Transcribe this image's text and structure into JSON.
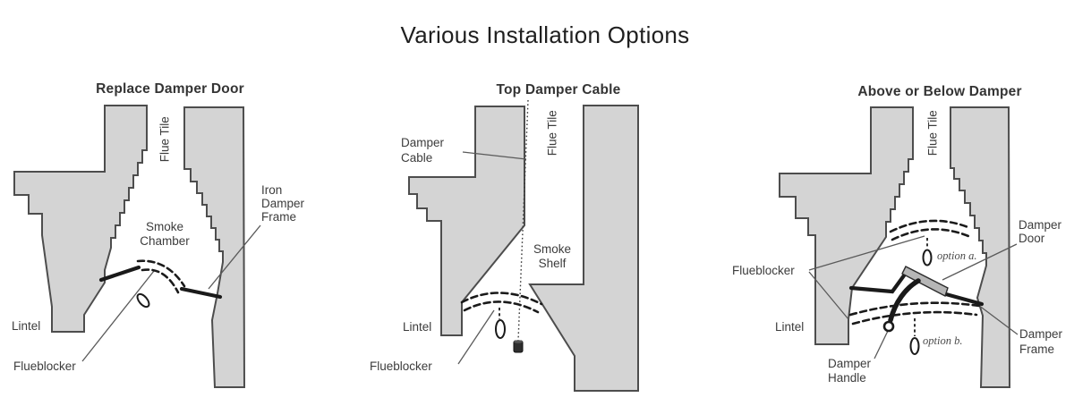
{
  "title": "Various Installation Options",
  "colors": {
    "masonry": "#d4d4d4",
    "outline": "#4d4d4d",
    "ink": "#1a1a1a",
    "label": "#3c3c3c",
    "leader": "#5a5a5a",
    "door": "#b6b6b6",
    "title": "#1f1f1f",
    "subtitle": "#343434"
  },
  "diagrams": {
    "d1": {
      "title": "Replace Damper Door",
      "labels": {
        "flue_tile": "Flue Tile",
        "smoke_chamber": "Smoke\nChamber",
        "iron_damper_frame": "Iron\nDamper\nFrame",
        "lintel": "Lintel",
        "flueblocker": "Flueblocker"
      }
    },
    "d2": {
      "title": "Top Damper Cable",
      "labels": {
        "damper_cable": "Damper\nCable",
        "flue_tile": "Flue Tile",
        "smoke_shelf": "Smoke\nShelf",
        "lintel": "Lintel",
        "flueblocker": "Flueblocker"
      }
    },
    "d3": {
      "title": "Above or Below Damper",
      "labels": {
        "flue_tile": "Flue Tile",
        "damper_door": "Damper\nDoor",
        "option_a": "option a.",
        "flueblocker": "Flueblocker",
        "lintel": "Lintel",
        "option_b": "option b.",
        "damper_handle": "Damper\nHandle",
        "damper_frame": "Damper\nFrame"
      }
    }
  }
}
